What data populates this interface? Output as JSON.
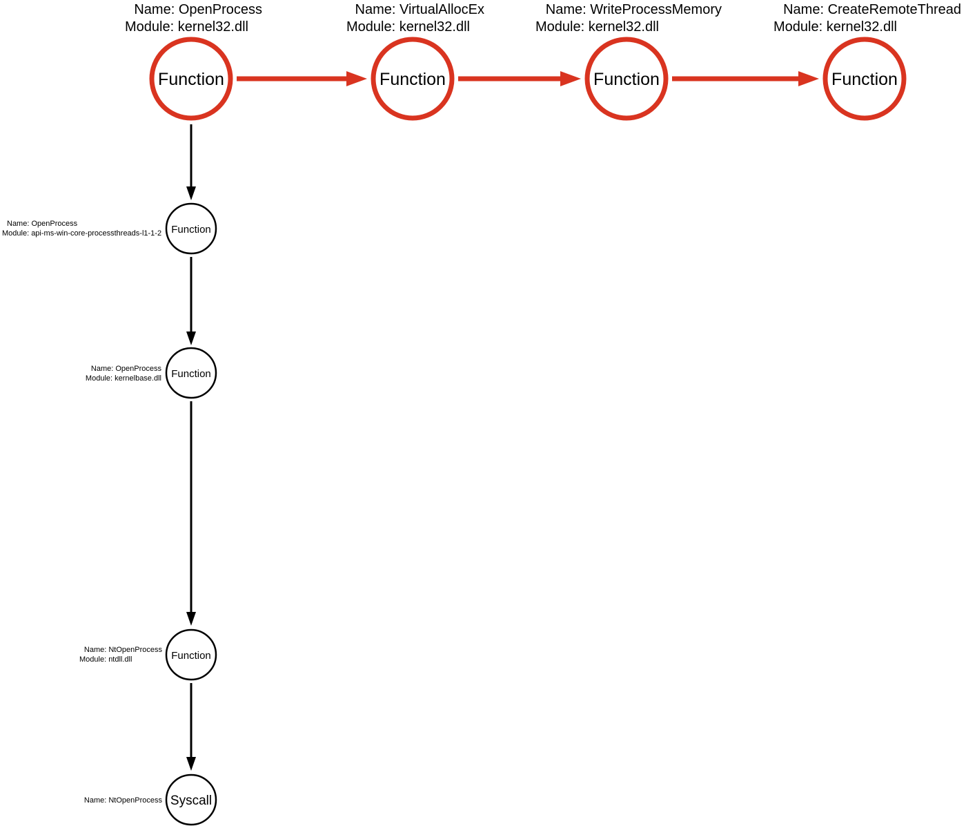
{
  "colors": {
    "highlight": "#d93420",
    "normal": "#000000",
    "background": "#ffffff"
  },
  "top_chain": [
    {
      "name_label": "Name: OpenProcess",
      "module_label": "Module: kernel32.dll",
      "node_label": "Function"
    },
    {
      "name_label": "Name: VirtualAllocEx",
      "module_label": "Module: kernel32.dll",
      "node_label": "Function"
    },
    {
      "name_label": "Name: WriteProcessMemory",
      "module_label": "Module: kernel32.dll",
      "node_label": "Function"
    },
    {
      "name_label": "Name: CreateRemoteThread",
      "module_label": "Module: kernel32.dll",
      "node_label": "Function"
    }
  ],
  "call_stack": [
    {
      "name_label": "Name: OpenProcess",
      "module_label": "Module: api-ms-win-core-processthreads-l1-1-2",
      "node_label": "Function"
    },
    {
      "name_label": "Name: OpenProcess",
      "module_label": "Module: kernelbase.dll",
      "node_label": "Function"
    },
    {
      "name_label": "Name: NtOpenProcess",
      "module_label": "Module: ntdll.dll",
      "node_label": "Function"
    },
    {
      "name_label": "Name: NtOpenProcess",
      "module_label": "",
      "node_label": "Syscall"
    }
  ]
}
